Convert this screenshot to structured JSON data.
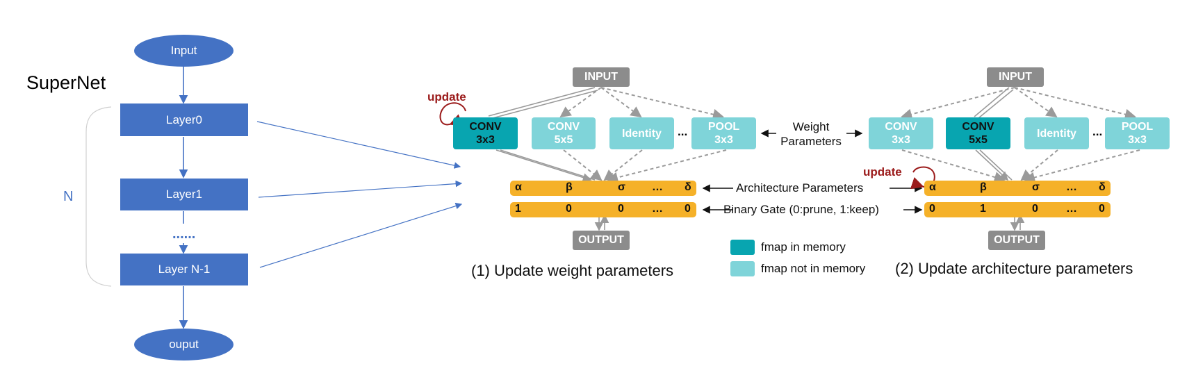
{
  "supernet": {
    "title": "SuperNet",
    "input": "Input",
    "layer0": "Layer0",
    "layer1": "Layer1",
    "dots": "......",
    "layern": "Layer N-1",
    "output": "ouput",
    "n": "N"
  },
  "panel1": {
    "input": "INPUT",
    "output": "OUTPUT",
    "update": "update",
    "ops": [
      {
        "l1": "CONV",
        "l2": "3x3"
      },
      {
        "l1": "CONV",
        "l2": "5x5"
      },
      {
        "l1": "Identity",
        "l2": ""
      },
      {
        "l1": "POOL",
        "l2": "3x3"
      }
    ],
    "ellipsis": "...",
    "arch": [
      "α",
      "β",
      "σ",
      "…",
      "δ"
    ],
    "gate": [
      "1",
      "0",
      "0",
      "…",
      "0"
    ],
    "caption": "(1) Update weight parameters"
  },
  "panel2": {
    "input": "INPUT",
    "output": "OUTPUT",
    "update": "update",
    "ops": [
      {
        "l1": "CONV",
        "l2": "3x3"
      },
      {
        "l1": "CONV",
        "l2": "5x5"
      },
      {
        "l1": "Identity",
        "l2": ""
      },
      {
        "l1": "POOL",
        "l2": "3x3"
      }
    ],
    "ellipsis": "...",
    "arch": [
      "α",
      "β",
      "σ",
      "…",
      "δ"
    ],
    "gate": [
      "0",
      "1",
      "0",
      "…",
      "0"
    ],
    "caption": "(2) Update architecture parameters"
  },
  "middle": {
    "weight_l1": "Weight",
    "weight_l2": "Parameters",
    "arch_params": "Architecture Parameters",
    "binary_gate": "Binary Gate (0:prune, 1:keep)"
  },
  "legend": {
    "in_memory": "fmap in memory",
    "not_in_memory": "fmap not in memory"
  },
  "colors": {
    "blue": "#4472c4",
    "teal_dark": "#08a5b0",
    "teal_light": "#7fd4d9",
    "orange": "#f5b129",
    "gray": "#8c8c8c",
    "update_red": "#9b1b1b"
  }
}
